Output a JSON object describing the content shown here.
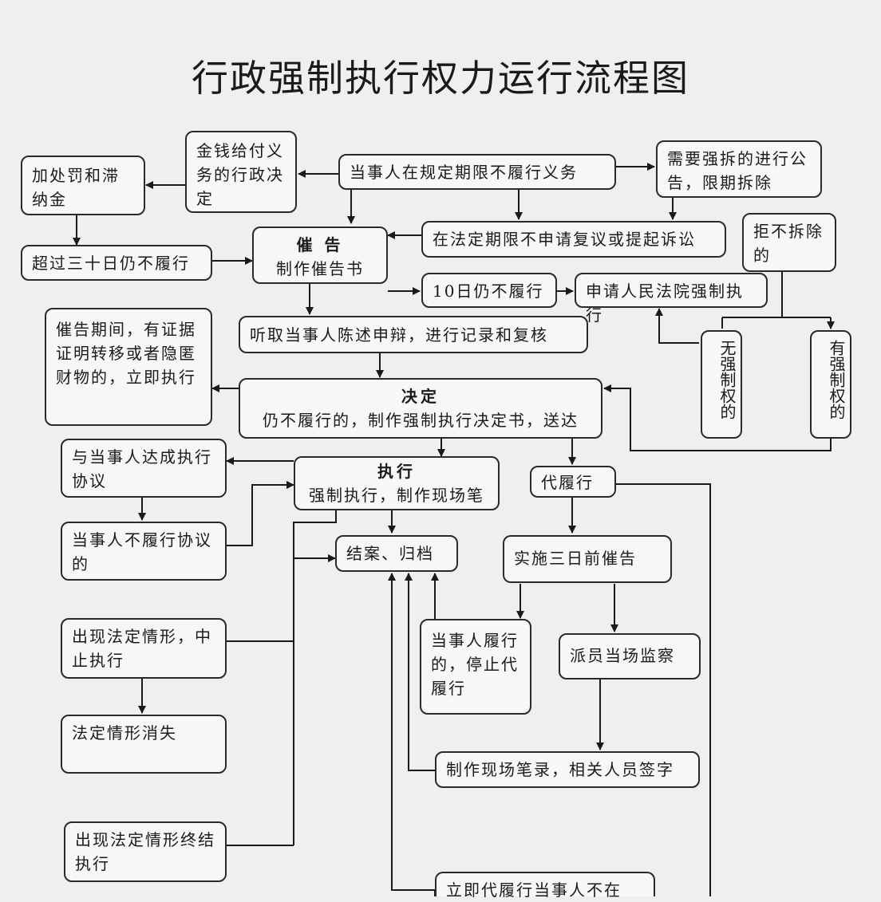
{
  "title": "行政强制执行权力运行流程图",
  "nodes": {
    "start": "当事人在规定期限不履行义务",
    "money_decision": "金钱给付义务的行政决定",
    "penalty": "加处罚和滞纳金",
    "over30": "超过三十日仍不履行",
    "demolish_notice": "需要强拆的进行公告，限期拆除",
    "no_review": "在法定期限不申请复议或提起诉讼",
    "refuse_demolish": "拒不拆除的",
    "urge_title": "催 告",
    "urge_sub": "制作催告书",
    "ten_days": "10日仍不履行",
    "apply_court": "申请人民法院强制执行",
    "hearing": "听取当事人陈述申辩，进行记录和复核",
    "transfer": "催告期间，有证据证明转移或者隐匿财物的，立即执行",
    "no_power": "无强制权的",
    "has_power": "有强制权的",
    "decision_title": "决定",
    "decision_sub": "仍不履行的，制作强制执行决定书，送达",
    "agreement": "与当事人达成执行协议",
    "exec_title": "执行",
    "exec_sub": "强制执行，制作现场笔",
    "substitute": "代履行",
    "breach": "当事人不履行协议的",
    "close_case": "结案、归档",
    "three_day": "实施三日前催告",
    "suspend": "出现法定情形，中止执行",
    "party_performs": "当事人履行的，停止代履行",
    "supervise": "派员当场监察",
    "cause_gone": "法定情形消失",
    "record": "制作现场笔录，相关人员签字",
    "terminate": "出现法定情形终结执行",
    "immediate": "立即代履行当事人不在"
  }
}
